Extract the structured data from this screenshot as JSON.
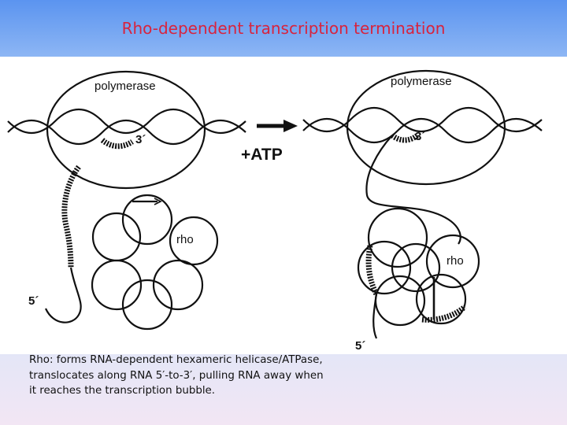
{
  "slide": {
    "title": "Rho-dependent transcription termination"
  },
  "diagram": {
    "left": {
      "polymerase_label": "polymerase",
      "three_prime_label": "3´",
      "rho_label": "rho",
      "five_prime_label": "5´"
    },
    "arrow_label": "+ATP",
    "right": {
      "polymerase_label": "polymerase",
      "three_prime_label": "3´",
      "rho_label": "rho",
      "five_prime_label": "5´"
    }
  },
  "caption": {
    "line1": "Rho: forms RNA-dependent hexameric helicase/ATPase,",
    "line2": "translocates along RNA 5′-to-3′, pulling RNA away when",
    "line3": "it reaches the transcription bubble."
  }
}
